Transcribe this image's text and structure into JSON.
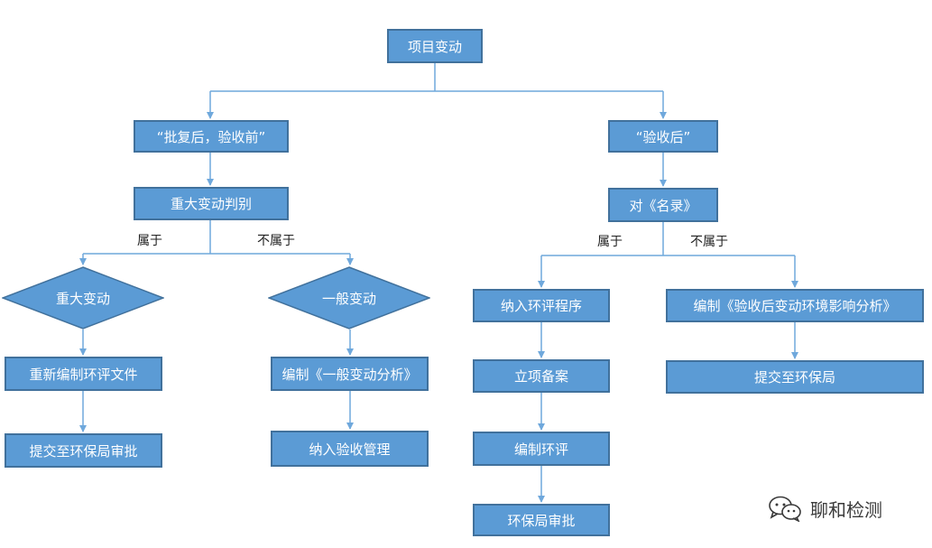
{
  "nodes": {
    "project_change": "项目变动",
    "before_acceptance": "“批复后，验收前”",
    "after_acceptance": "“验收后”",
    "major_change_judgement": "重大变动判别",
    "check_list": "对《名录》",
    "major_change": "重大变动",
    "general_change": "一般变动",
    "recompile_eia": "重新编制环评文件",
    "compile_general_analysis": "编制《一般变动分析》",
    "submit_approval_left": "提交至环保局审批",
    "include_acceptance_mgmt": "纳入验收管理",
    "include_eia_procedure": "纳入环评程序",
    "compile_post_acceptance_analysis": "编制《验收后变动环境影响分析》",
    "project_filing": "立项备案",
    "submit_bureau": "提交至环保局",
    "compile_eia": "编制环评",
    "bureau_approval": "环保局审批"
  },
  "branch_labels": {
    "left_belongs": "属于",
    "left_not_belongs": "不属于",
    "right_belongs": "属于",
    "right_not_belongs": "不属于"
  },
  "watermark": {
    "text": "聊和检测",
    "icon": "wechat-icon"
  },
  "colors": {
    "node_fill": "#5b9bd5",
    "node_border": "#41719c",
    "connector": "#6fa8dc"
  }
}
